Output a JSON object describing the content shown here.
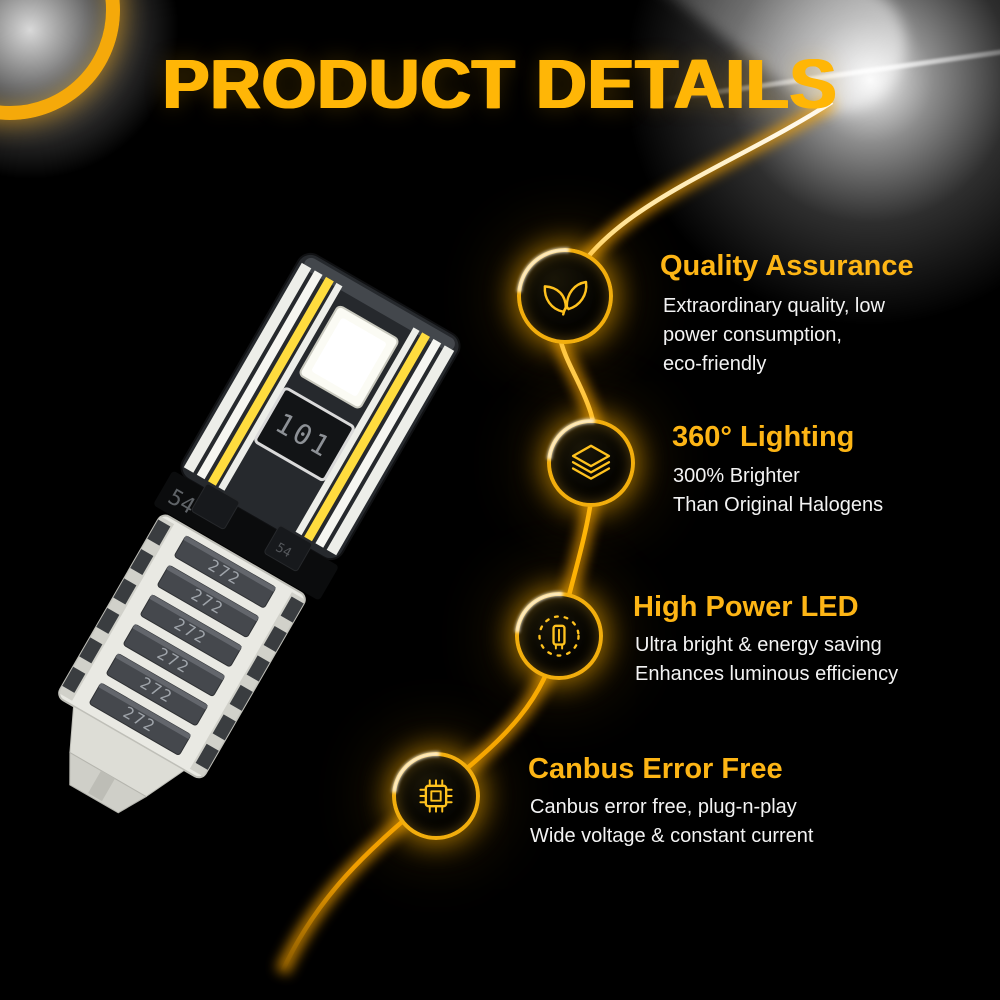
{
  "page": {
    "title": "PRODUCT DETAILS"
  },
  "colors": {
    "background": "#000000",
    "accent_gold": "#FFB606",
    "heading_gold": "#FDB515",
    "glow_core": "#FFD54F",
    "text_white": "#F3F3F3"
  },
  "product": {
    "name": "canbus-led-bulb",
    "markings": {
      "chip": "101",
      "driver": "54",
      "resistor": "272"
    }
  },
  "features": [
    {
      "icon": "leaves-icon",
      "heading": "Quality Assurance",
      "lines": [
        "Extraordinary quality, low",
        "power consumption,",
        "eco-friendly"
      ]
    },
    {
      "icon": "layers-icon",
      "heading": "360° Lighting",
      "lines": [
        "300% Brighter",
        "Than Original Halogens"
      ]
    },
    {
      "icon": "led-icon",
      "heading": "High Power LED",
      "lines": [
        "Ultra bright & energy saving",
        "Enhances luminous efficiency"
      ]
    },
    {
      "icon": "chip-icon",
      "heading": "Canbus Error Free",
      "lines": [
        "Canbus error free, plug-n-play",
        "Wide voltage & constant current"
      ]
    }
  ]
}
